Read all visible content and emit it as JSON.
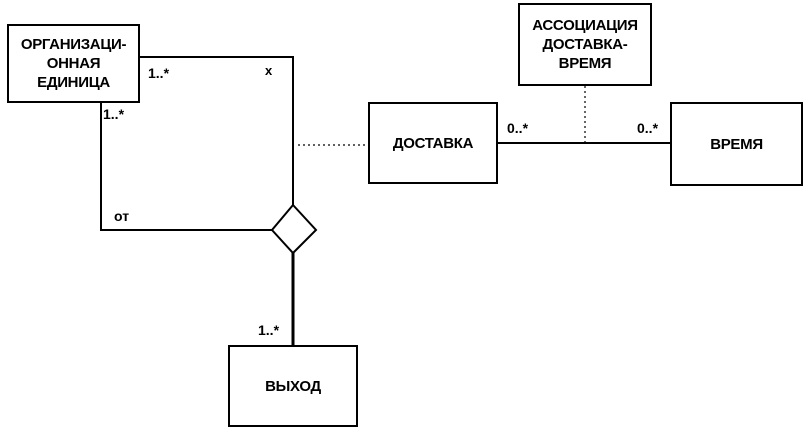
{
  "classes": {
    "org_unit": "ОРГАНИЗАЦИ-\nОННАЯ\nЕДИНИЦА",
    "delivery": "ДОСТАВКА",
    "time": "ВРЕМЯ",
    "output": "ВЫХОД",
    "assoc_class": "АССОЦИАЦИЯ\nДОСТАВКА-\nВРЕМЯ"
  },
  "labels": {
    "org_top_mult": "1..*",
    "org_side_mult": "1..*",
    "x_mark": "x",
    "from_role": "от",
    "output_mult": "1..*",
    "delivery_mult": "0..*",
    "time_mult": "0..*"
  },
  "colors": {
    "line": "#000000",
    "background": "#ffffff"
  }
}
